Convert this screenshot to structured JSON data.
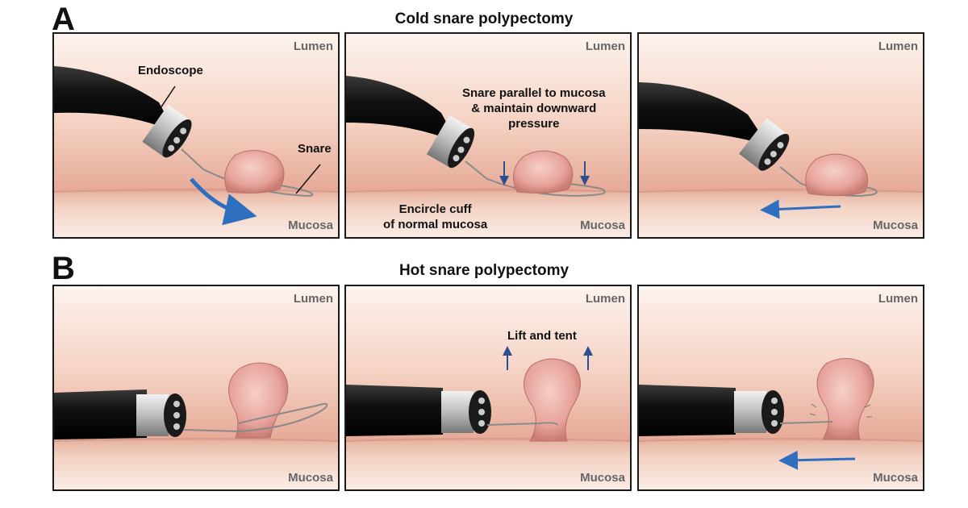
{
  "sections": [
    {
      "letter": "A",
      "title": "Cold snare polypectomy",
      "panels": [
        {
          "lumen": "Lumen",
          "mucosa": "Mucosa",
          "endoscope_label": "Endoscope",
          "snare_label": "Snare"
        },
        {
          "lumen": "Lumen",
          "mucosa": "Mucosa",
          "note_line1": "Snare parallel to mucosa",
          "note_line2": "& maintain downward",
          "note_line3": "pressure",
          "cuff_line1": "Encircle cuff",
          "cuff_line2": "of normal mucosa"
        },
        {
          "lumen": "Lumen",
          "mucosa": "Mucosa"
        }
      ]
    },
    {
      "letter": "B",
      "title": "Hot snare polypectomy",
      "panels": [
        {
          "lumen": "Lumen",
          "mucosa": "Mucosa"
        },
        {
          "lumen": "Lumen",
          "mucosa": "Mucosa",
          "lift_label": "Lift and tent"
        },
        {
          "lumen": "Lumen",
          "mucosa": "Mucosa"
        }
      ]
    }
  ],
  "colors": {
    "lumen_top": "#fdf0ea",
    "lumen_bottom": "#ecb6a2",
    "mucosa_top": "#e9b8a6",
    "mucosa_bottom": "#f8e6dc",
    "polyp": "#e9a7a0",
    "scope": "#141414",
    "cap": "#c8c8c8",
    "arrow_blue": "#2f6fbf"
  },
  "icons": [
    "blue-arrow-icon",
    "down-arrow-icon",
    "up-arrow-icon",
    "endoscope-icon",
    "snare-icon",
    "polyp-icon"
  ]
}
